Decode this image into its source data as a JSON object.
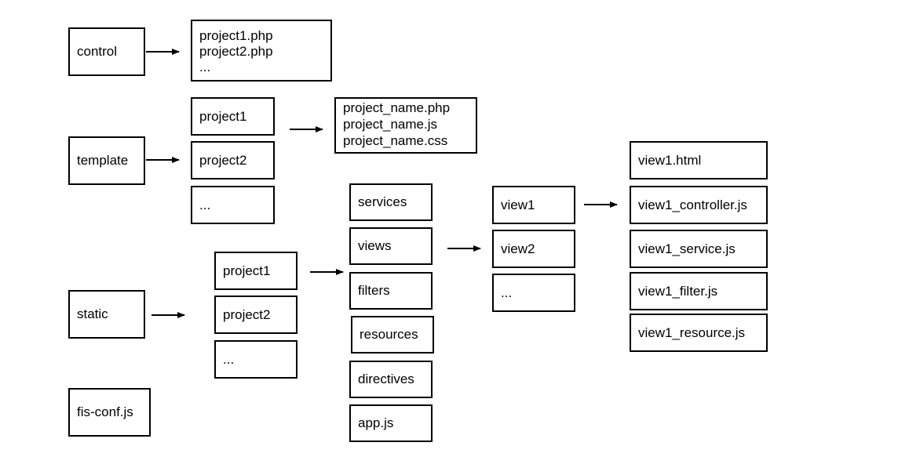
{
  "root": {
    "control": "control",
    "template": "template",
    "static": "static",
    "fis_conf": "fis-conf.js"
  },
  "control_files": [
    "project1.php",
    "project2.php",
    "..."
  ],
  "template_projects": [
    "project1",
    "project2",
    "..."
  ],
  "template_files": [
    "project_name.php",
    "project_name.js",
    "project_name.css"
  ],
  "static_projects": [
    "project1",
    "project2",
    "..."
  ],
  "project_dirs": [
    "services",
    "views",
    "filters",
    "resources",
    "directives",
    "app.js"
  ],
  "views": [
    "view1",
    "view2",
    "..."
  ],
  "view1_files": [
    "view1.html",
    "view1_controller.js",
    "view1_service.js",
    "view1_filter.js",
    "view1_resource.js"
  ]
}
